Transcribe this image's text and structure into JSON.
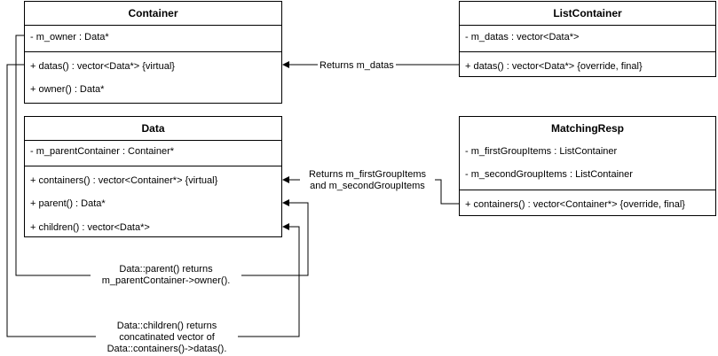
{
  "classes": {
    "container": {
      "name": "Container",
      "attributes": [
        "- m_owner : Data*"
      ],
      "methods": [
        "+ datas() : vector<Data*> {virtual}",
        "+ owner() : Data*"
      ]
    },
    "list_container": {
      "name": "ListContainer",
      "attributes": [
        "- m_datas : vector<Data*>"
      ],
      "methods": [
        "+ datas() : vector<Data*> {override, final}"
      ]
    },
    "data": {
      "name": "Data",
      "attributes": [
        "- m_parentContainer : Container*"
      ],
      "methods": [
        "+ containers() : vector<Container*> {virtual}",
        "+ parent() : Data*",
        "+ children() : vector<Data*>"
      ]
    },
    "matching_resp": {
      "name": "MatchingResp",
      "attributes": [
        "- m_firstGroupItems : ListContainer",
        "- m_secondGroupItems : ListContainer"
      ],
      "methods": [
        "+ containers() : vector<Container*> {override, final}"
      ]
    }
  },
  "notes": {
    "returns_datas": "Returns m_datas",
    "returns_groups": [
      "Returns m_firstGroupItems",
      "and m_secondGroupItems"
    ],
    "parent_note": [
      "Data::parent() returns",
      "m_parentContainer->owner()."
    ],
    "children_note": [
      "Data::children() returns",
      "concatinated vector of",
      "Data::containers()->datas()."
    ]
  }
}
